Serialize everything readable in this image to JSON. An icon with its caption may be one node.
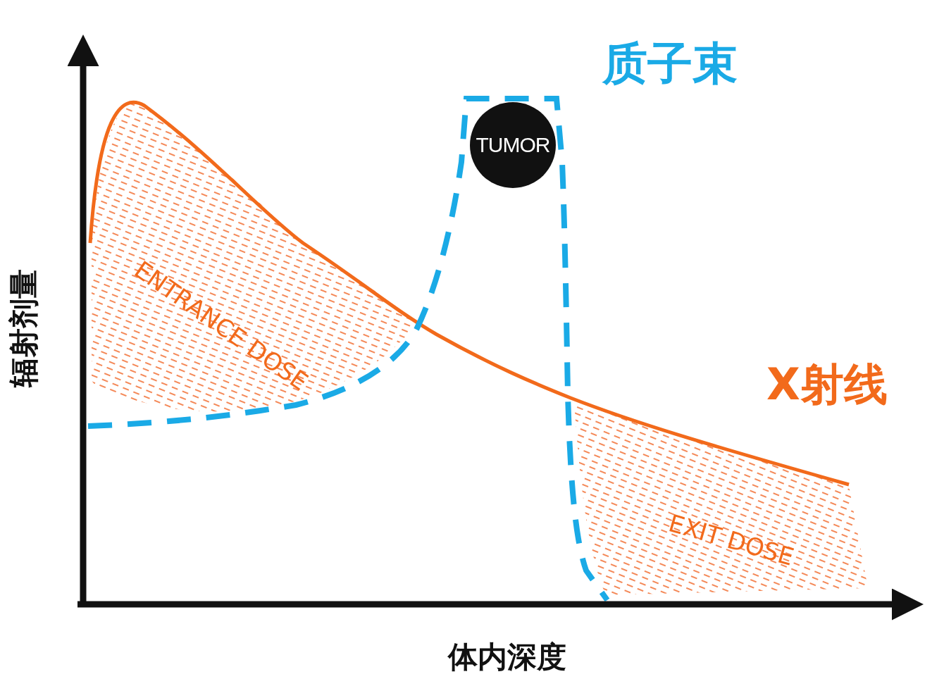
{
  "diagram": {
    "nodes": [
      {
        "text": [
          "TUMOR"
        ]
      }
    ],
    "labels": [
      "质子束",
      "ENTRANCE DOSE",
      "X射线",
      "辐射剂量",
      "EXIT DOSE",
      "体内深度"
    ]
  }
}
